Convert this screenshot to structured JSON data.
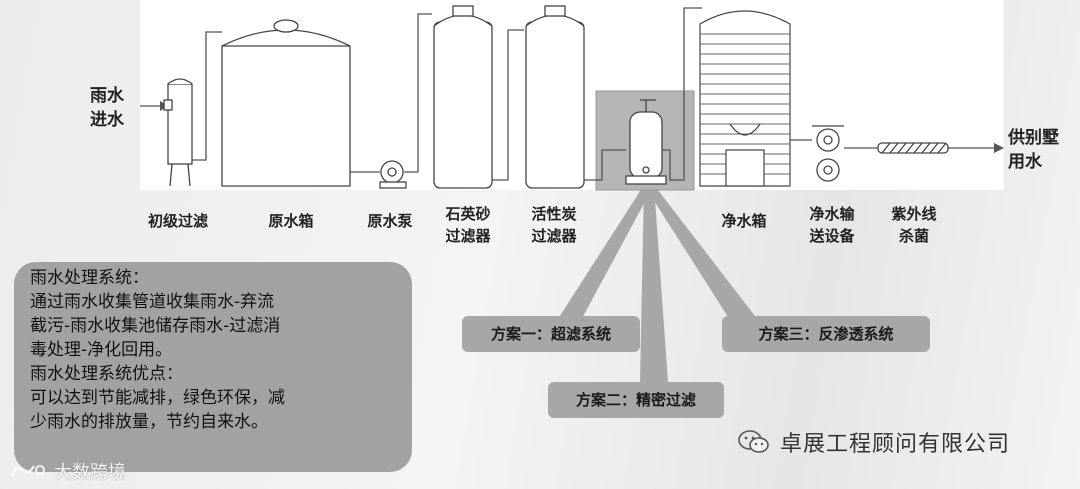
{
  "inlet_label": [
    "雨水",
    "进水"
  ],
  "outlet_label": [
    "供别墅",
    "用水"
  ],
  "stages": [
    {
      "lines": [
        "初级过滤"
      ]
    },
    {
      "lines": [
        "原水箱"
      ]
    },
    {
      "lines": [
        "原水泵"
      ]
    },
    {
      "lines": [
        "石英砂",
        "过滤器"
      ]
    },
    {
      "lines": [
        "活性炭",
        "过滤器"
      ]
    },
    {
      "lines": [
        "净水箱"
      ]
    },
    {
      "lines": [
        "净水输",
        "送设备"
      ]
    },
    {
      "lines": [
        "紫外线",
        "杀菌"
      ]
    }
  ],
  "description": [
    "雨水处理系统：",
    "通过雨水收集管道收集雨水-弃流",
    "截污-雨水收集池储存雨水-过滤消",
    "毒处理-净化回用。",
    "雨水处理系统优点：",
    "可以达到节能减排，绿色环保，减",
    "少雨水的排放量，节约自来水。"
  ],
  "options": [
    "方案一：超滤系统",
    "方案二：精密过滤",
    "方案三：反渗透系统"
  ],
  "brand": "卓展工程顾问有限公司",
  "watermark": "大数跨境",
  "colors": {
    "callout_box": "#a7a7a7",
    "description_box": "#a2a2a2",
    "highlight_box": "#b5b5b5",
    "pipe": "#555555"
  }
}
